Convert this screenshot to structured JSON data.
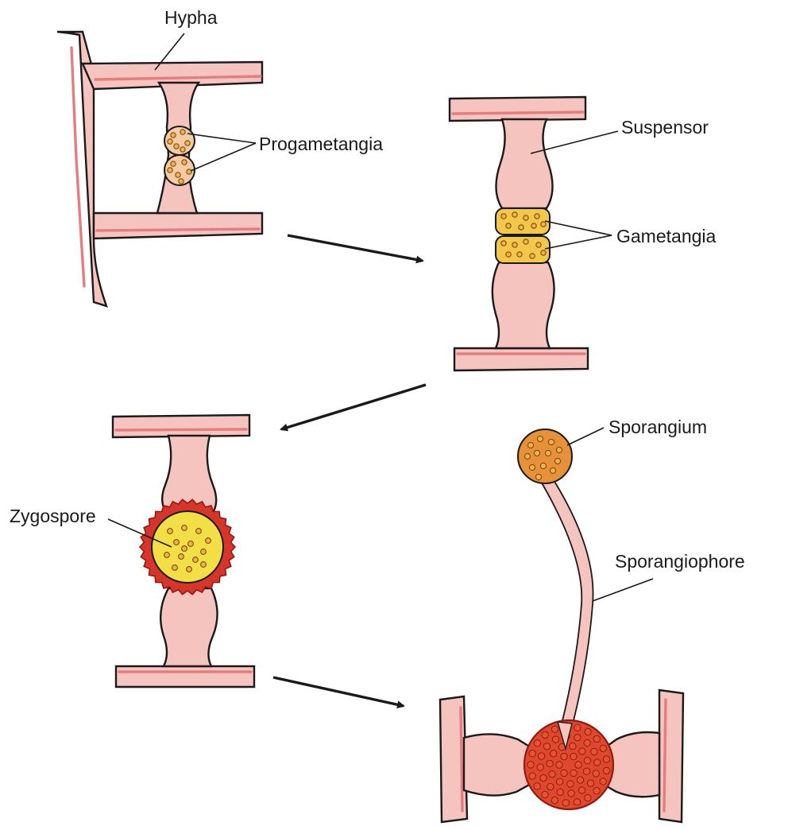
{
  "labels": {
    "hypha": "Hypha",
    "progametangia": "Progametangia",
    "suspensor": "Suspensor",
    "gametangia": "Gametangia",
    "zygospore": "Zygospore",
    "sporangium": "Sporangium",
    "sporangiophore": "Sporangiophore"
  },
  "colors": {
    "hypha_fill": "#f6c4bf",
    "hypha_inner_line": "#e57d80",
    "gametangia_fill": "#f3c84a",
    "zygospore_wall": "#d7352a",
    "zygospore_core": "#f1df45",
    "sporangium_fill": "#e7913a",
    "outline": "#1a1a1a"
  }
}
